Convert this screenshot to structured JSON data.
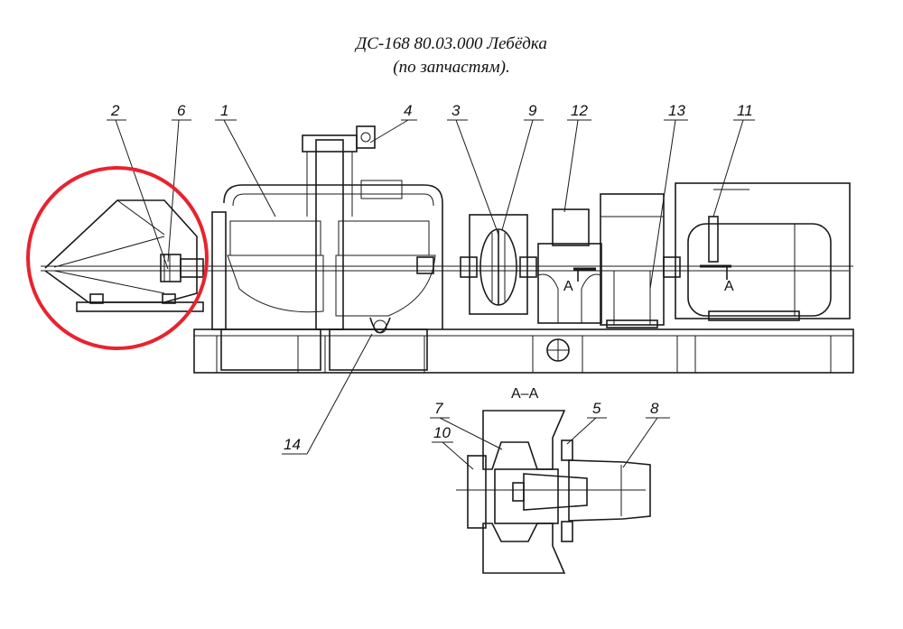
{
  "title": {
    "line1": "ДС-168 80.03.000 Лебёдка",
    "line2": "(по запчастям)."
  },
  "section_title": "А–А",
  "section_marks": [
    "А",
    "А"
  ],
  "callouts": [
    "1",
    "2",
    "3",
    "4",
    "5",
    "6",
    "7",
    "8",
    "9",
    "10",
    "11",
    "12",
    "13",
    "14"
  ],
  "highlight": {
    "color": "#e8232e",
    "target": "highlight-circle"
  }
}
